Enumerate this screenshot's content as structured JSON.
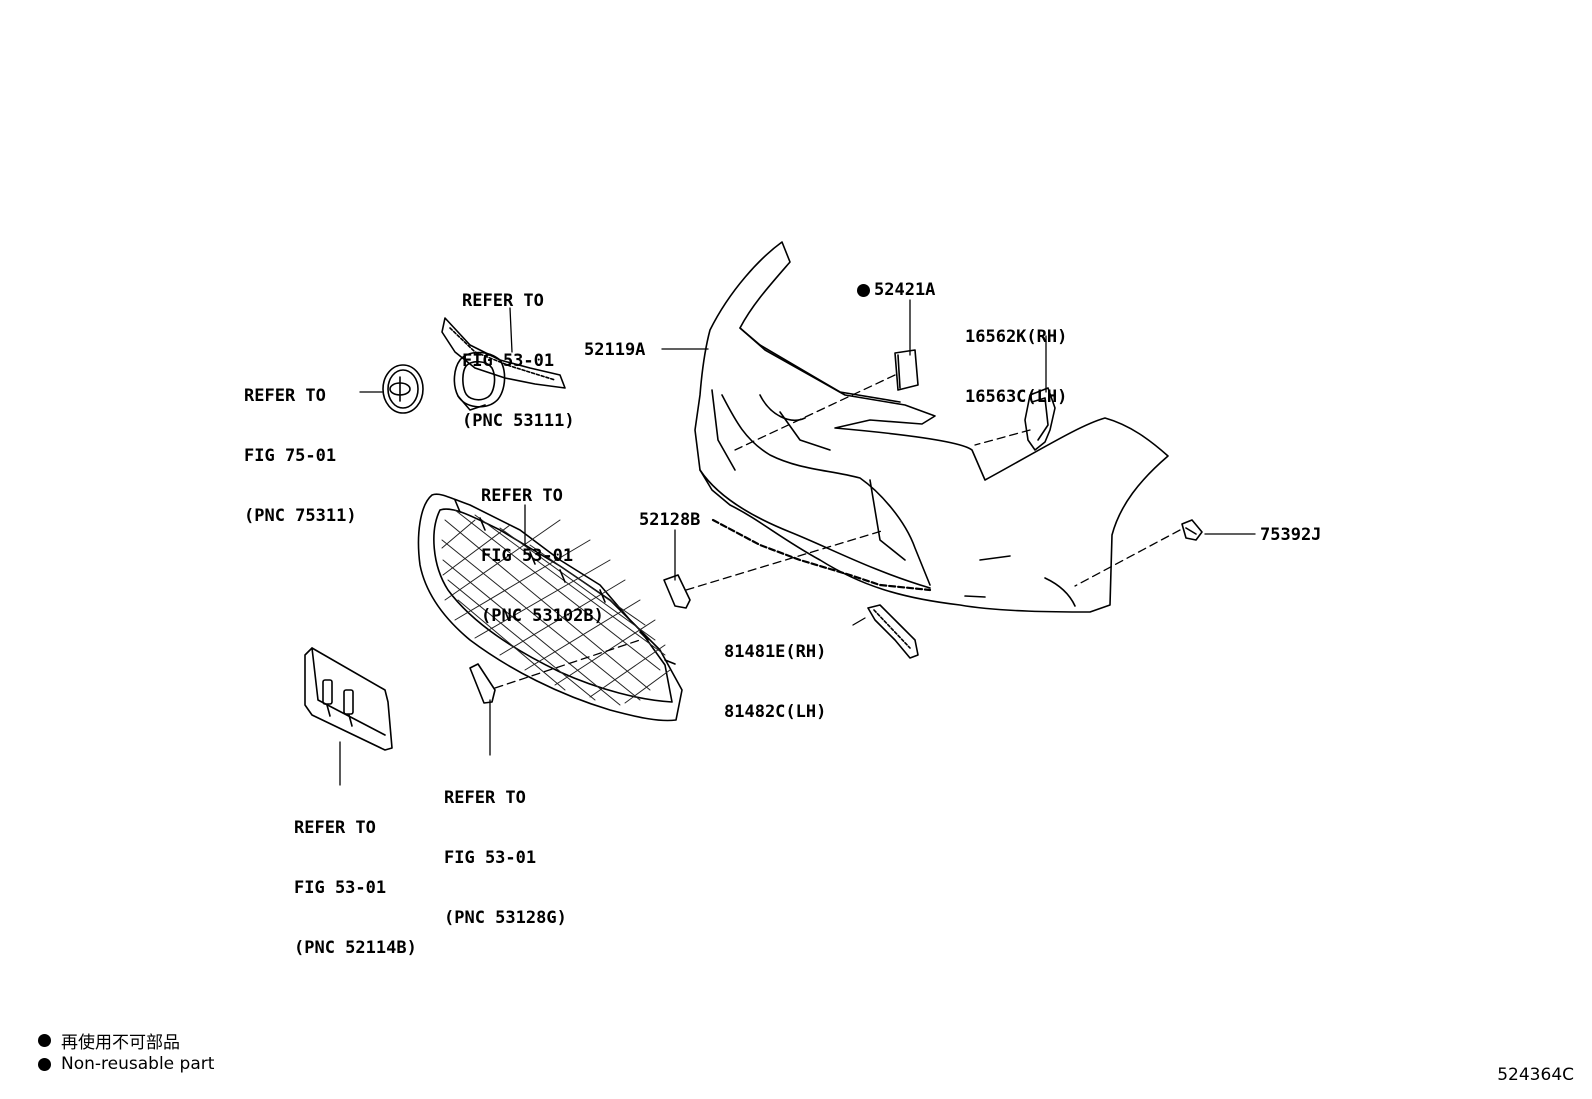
{
  "callouts": {
    "grille_upper": [
      "REFER TO",
      "FIG 53-01",
      "(PNC 53111)"
    ],
    "emblem": [
      "REFER TO",
      "FIG 75-01",
      "(PNC 75311)"
    ],
    "grille_lower": [
      "REFER TO",
      "FIG 53-01",
      "(PNC 53102B)"
    ],
    "license_bracket": [
      "REFER TO",
      "FIG 53-01",
      "(PNC 52114B)"
    ],
    "grille_molding": [
      "REFER TO",
      "FIG 53-01",
      "(PNC 53128G)"
    ]
  },
  "parts": {
    "bumper_cover": "52119A",
    "bumper_pad": "52421A",
    "bracket_rh": "16562K(RH)",
    "bracket_lh": "16563C(LH)",
    "cover_lower": "52128B",
    "plug": "75392J",
    "seal_rh": "81481E(RH)",
    "seal_lh": "81482C(LH)"
  },
  "legend": {
    "line1": "再使用不可部品",
    "line2": "Non-reusable part"
  },
  "diagram_id": "524364C"
}
